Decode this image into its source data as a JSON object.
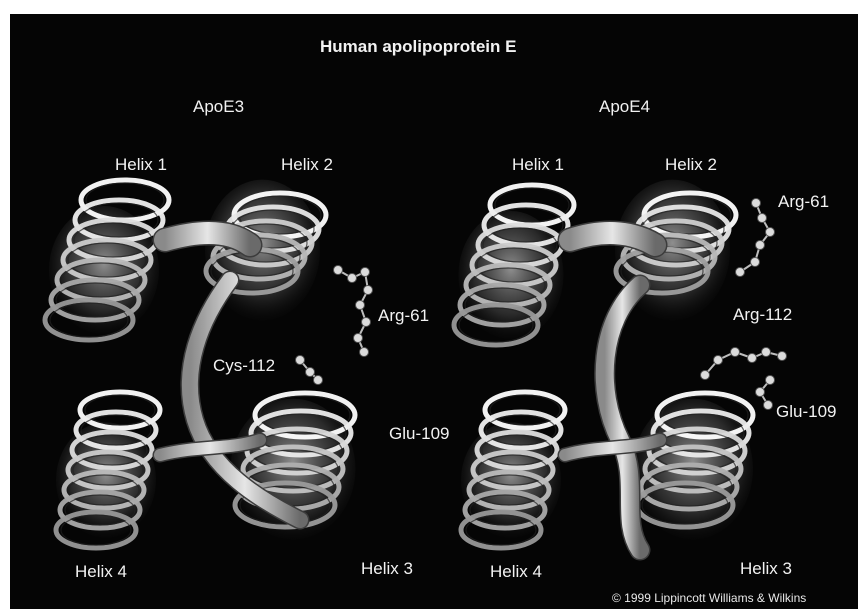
{
  "title": "Human apolipoprotein E",
  "left": {
    "name": "ApoE3",
    "helix1": "Helix 1",
    "helix2": "Helix 2",
    "helix3": "Helix 3",
    "helix4": "Helix 4",
    "res_a": "Arg-61",
    "res_b": "Cys-112",
    "res_c": "Glu-109"
  },
  "right": {
    "name": "ApoE4",
    "helix1": "Helix 1",
    "helix2": "Helix 2",
    "helix3": "Helix 3",
    "helix4": "Helix 4",
    "res_a": "Arg-61",
    "res_b": "Arg-112",
    "res_c": "Glu-109"
  },
  "copyright": "© 1999 Lippincott Williams & Wilkins"
}
